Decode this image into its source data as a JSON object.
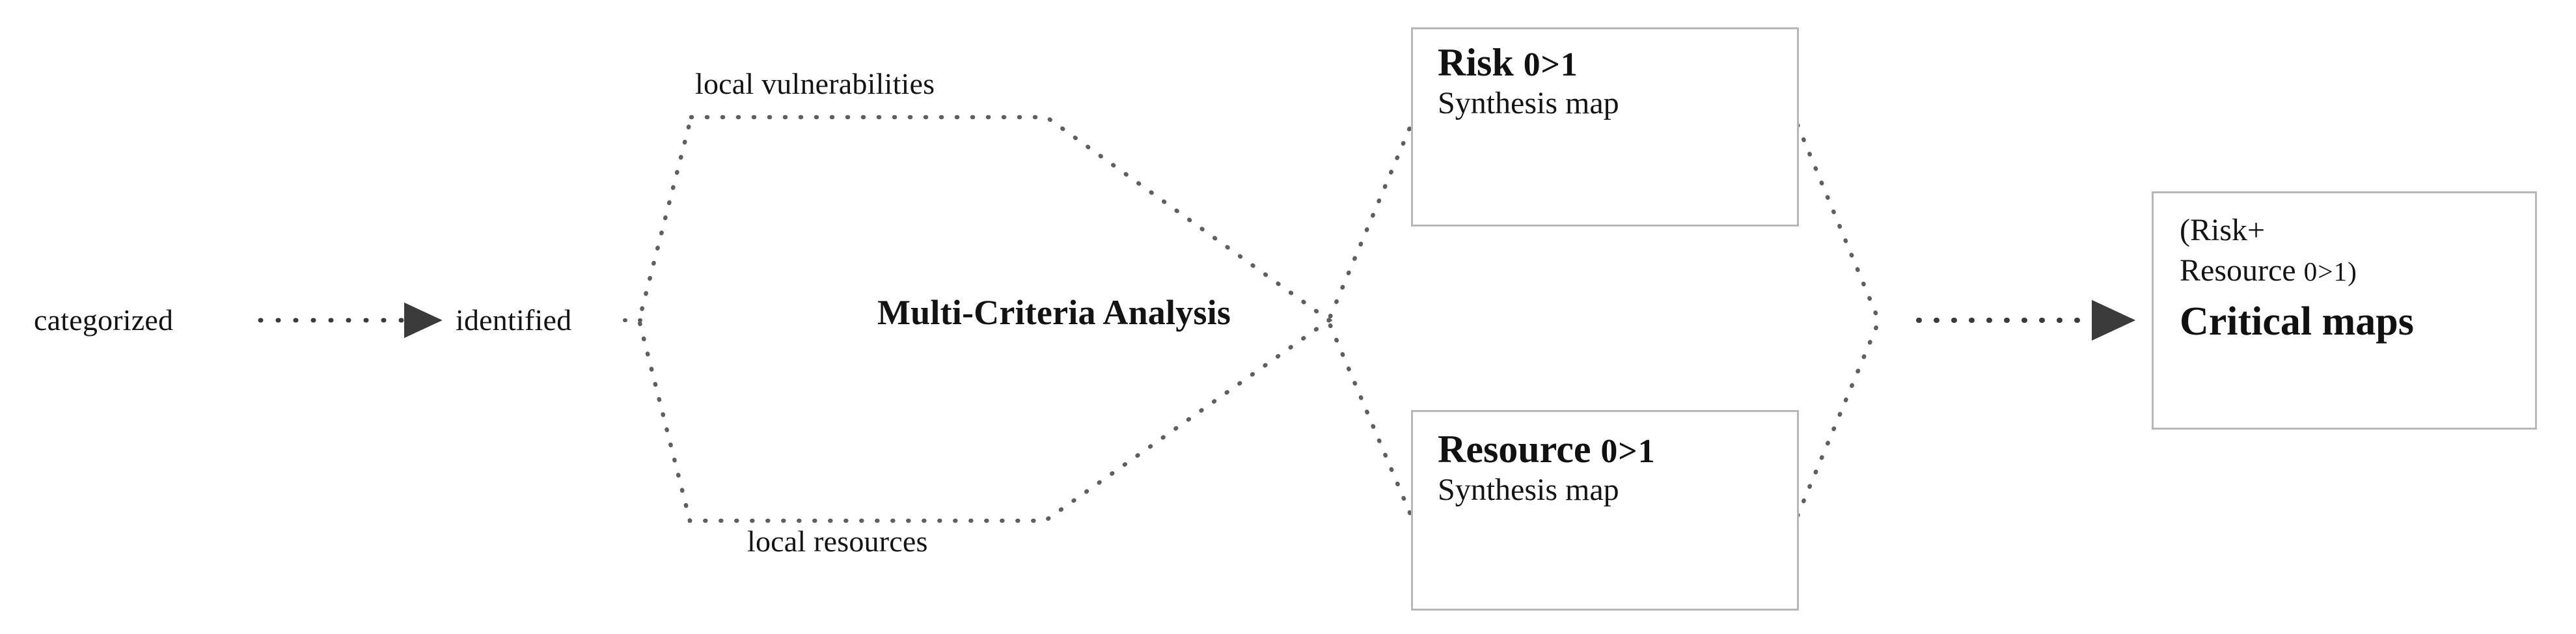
{
  "diagram": {
    "title": "Multi-Criteria Analysis risk and resource synthesis flow",
    "ink_color": "#131313",
    "box_border_color": "#b7b7b7",
    "background_color": "#ffffff"
  },
  "flow": {
    "input_stage": "categorized",
    "second_stage": "identified"
  },
  "hexagon": {
    "top_label": "local vulnerabilities",
    "bottom_label": "local resources",
    "center_label": "Multi-Criteria Analysis"
  },
  "synthesis_boxes": [
    {
      "id": "risk",
      "title": "Risk 0>1",
      "title_word": "Risk",
      "title_range": "0>1",
      "subtitle": "Synthesis map"
    },
    {
      "id": "resource",
      "title": "Resource 0>1",
      "title_word": "Resource",
      "title_range": "0>1",
      "subtitle": "Synthesis map"
    }
  ],
  "result_box": {
    "line1": "(Risk+",
    "line2_word": "Resource",
    "line2_range": "0>1)",
    "line2": "Resource 0>1)",
    "headline": "Critical maps"
  },
  "connectors": [
    {
      "name": "categorized-to-identified",
      "style": "dotted",
      "arrowhead": true,
      "direction": "right"
    },
    {
      "name": "identified-to-hexagon",
      "style": "dotted",
      "arrowhead": false,
      "direction": "right"
    },
    {
      "name": "hexagon-to-risk-box",
      "style": "dotted",
      "arrowhead": false,
      "direction": "up-right"
    },
    {
      "name": "hexagon-to-resource-box",
      "style": "dotted",
      "arrowhead": false,
      "direction": "down-right"
    },
    {
      "name": "risk-box-to-merge",
      "style": "dotted",
      "arrowhead": false,
      "direction": "down-right"
    },
    {
      "name": "resource-box-to-merge",
      "style": "dotted",
      "arrowhead": false,
      "direction": "up-right"
    },
    {
      "name": "merge-to-critical-maps",
      "style": "dotted",
      "arrowhead": true,
      "direction": "right"
    }
  ]
}
